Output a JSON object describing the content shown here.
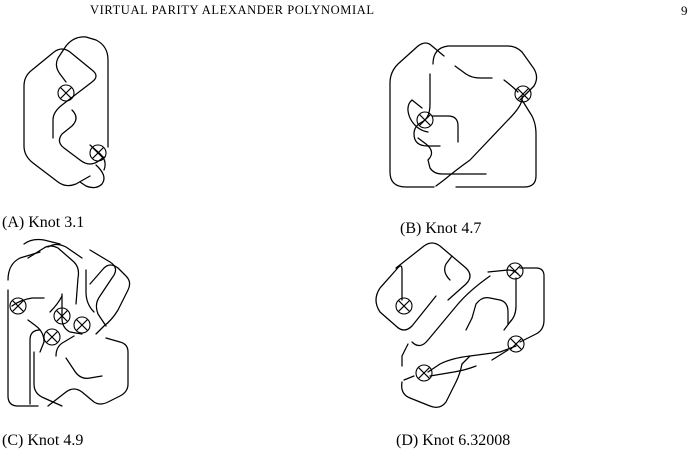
{
  "header": {
    "running_title": "VIRTUAL PARITY ALEXANDER POLYNOMIAL",
    "page_number": "9"
  },
  "figures": [
    {
      "label": "(A)",
      "caption": "Knot 3.1"
    },
    {
      "label": "(B)",
      "caption": "Knot 4.7"
    },
    {
      "label": "(C)",
      "caption": "Knot 4.9"
    },
    {
      "label": "(D)",
      "caption": "Knot 6.32008"
    }
  ]
}
